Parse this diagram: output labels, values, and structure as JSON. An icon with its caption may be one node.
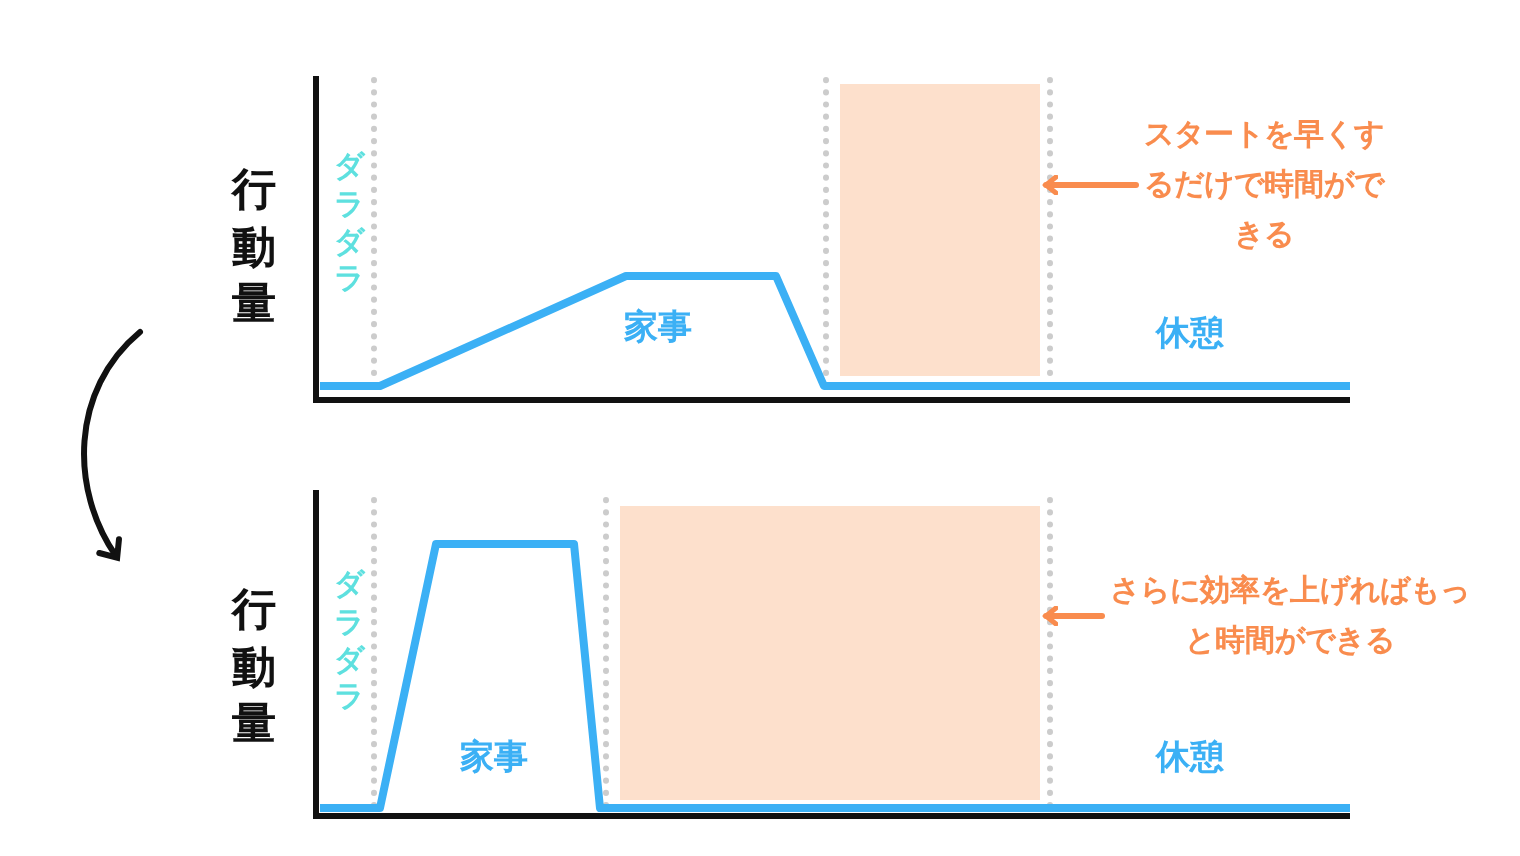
{
  "diagram": {
    "nodes": [
      {
        "text": [],
        "shape": "box"
      },
      {
        "text": [
          "スタートを早くするだけで時間ができる"
        ]
      },
      {
        "text": [],
        "shape": "box"
      },
      {
        "text": [
          "さらに効率を上げればもっと時間ができる"
        ]
      }
    ],
    "edges": [
      {
        "from": 1,
        "to": 0,
        "arrow": "to"
      },
      {
        "from": 3,
        "to": 2,
        "arrow": "to"
      }
    ],
    "labels": [
      "行動量",
      "ダラダラ",
      "家事",
      "休憩",
      "行動量",
      "ダラダラ",
      "家事",
      "休憩"
    ]
  }
}
